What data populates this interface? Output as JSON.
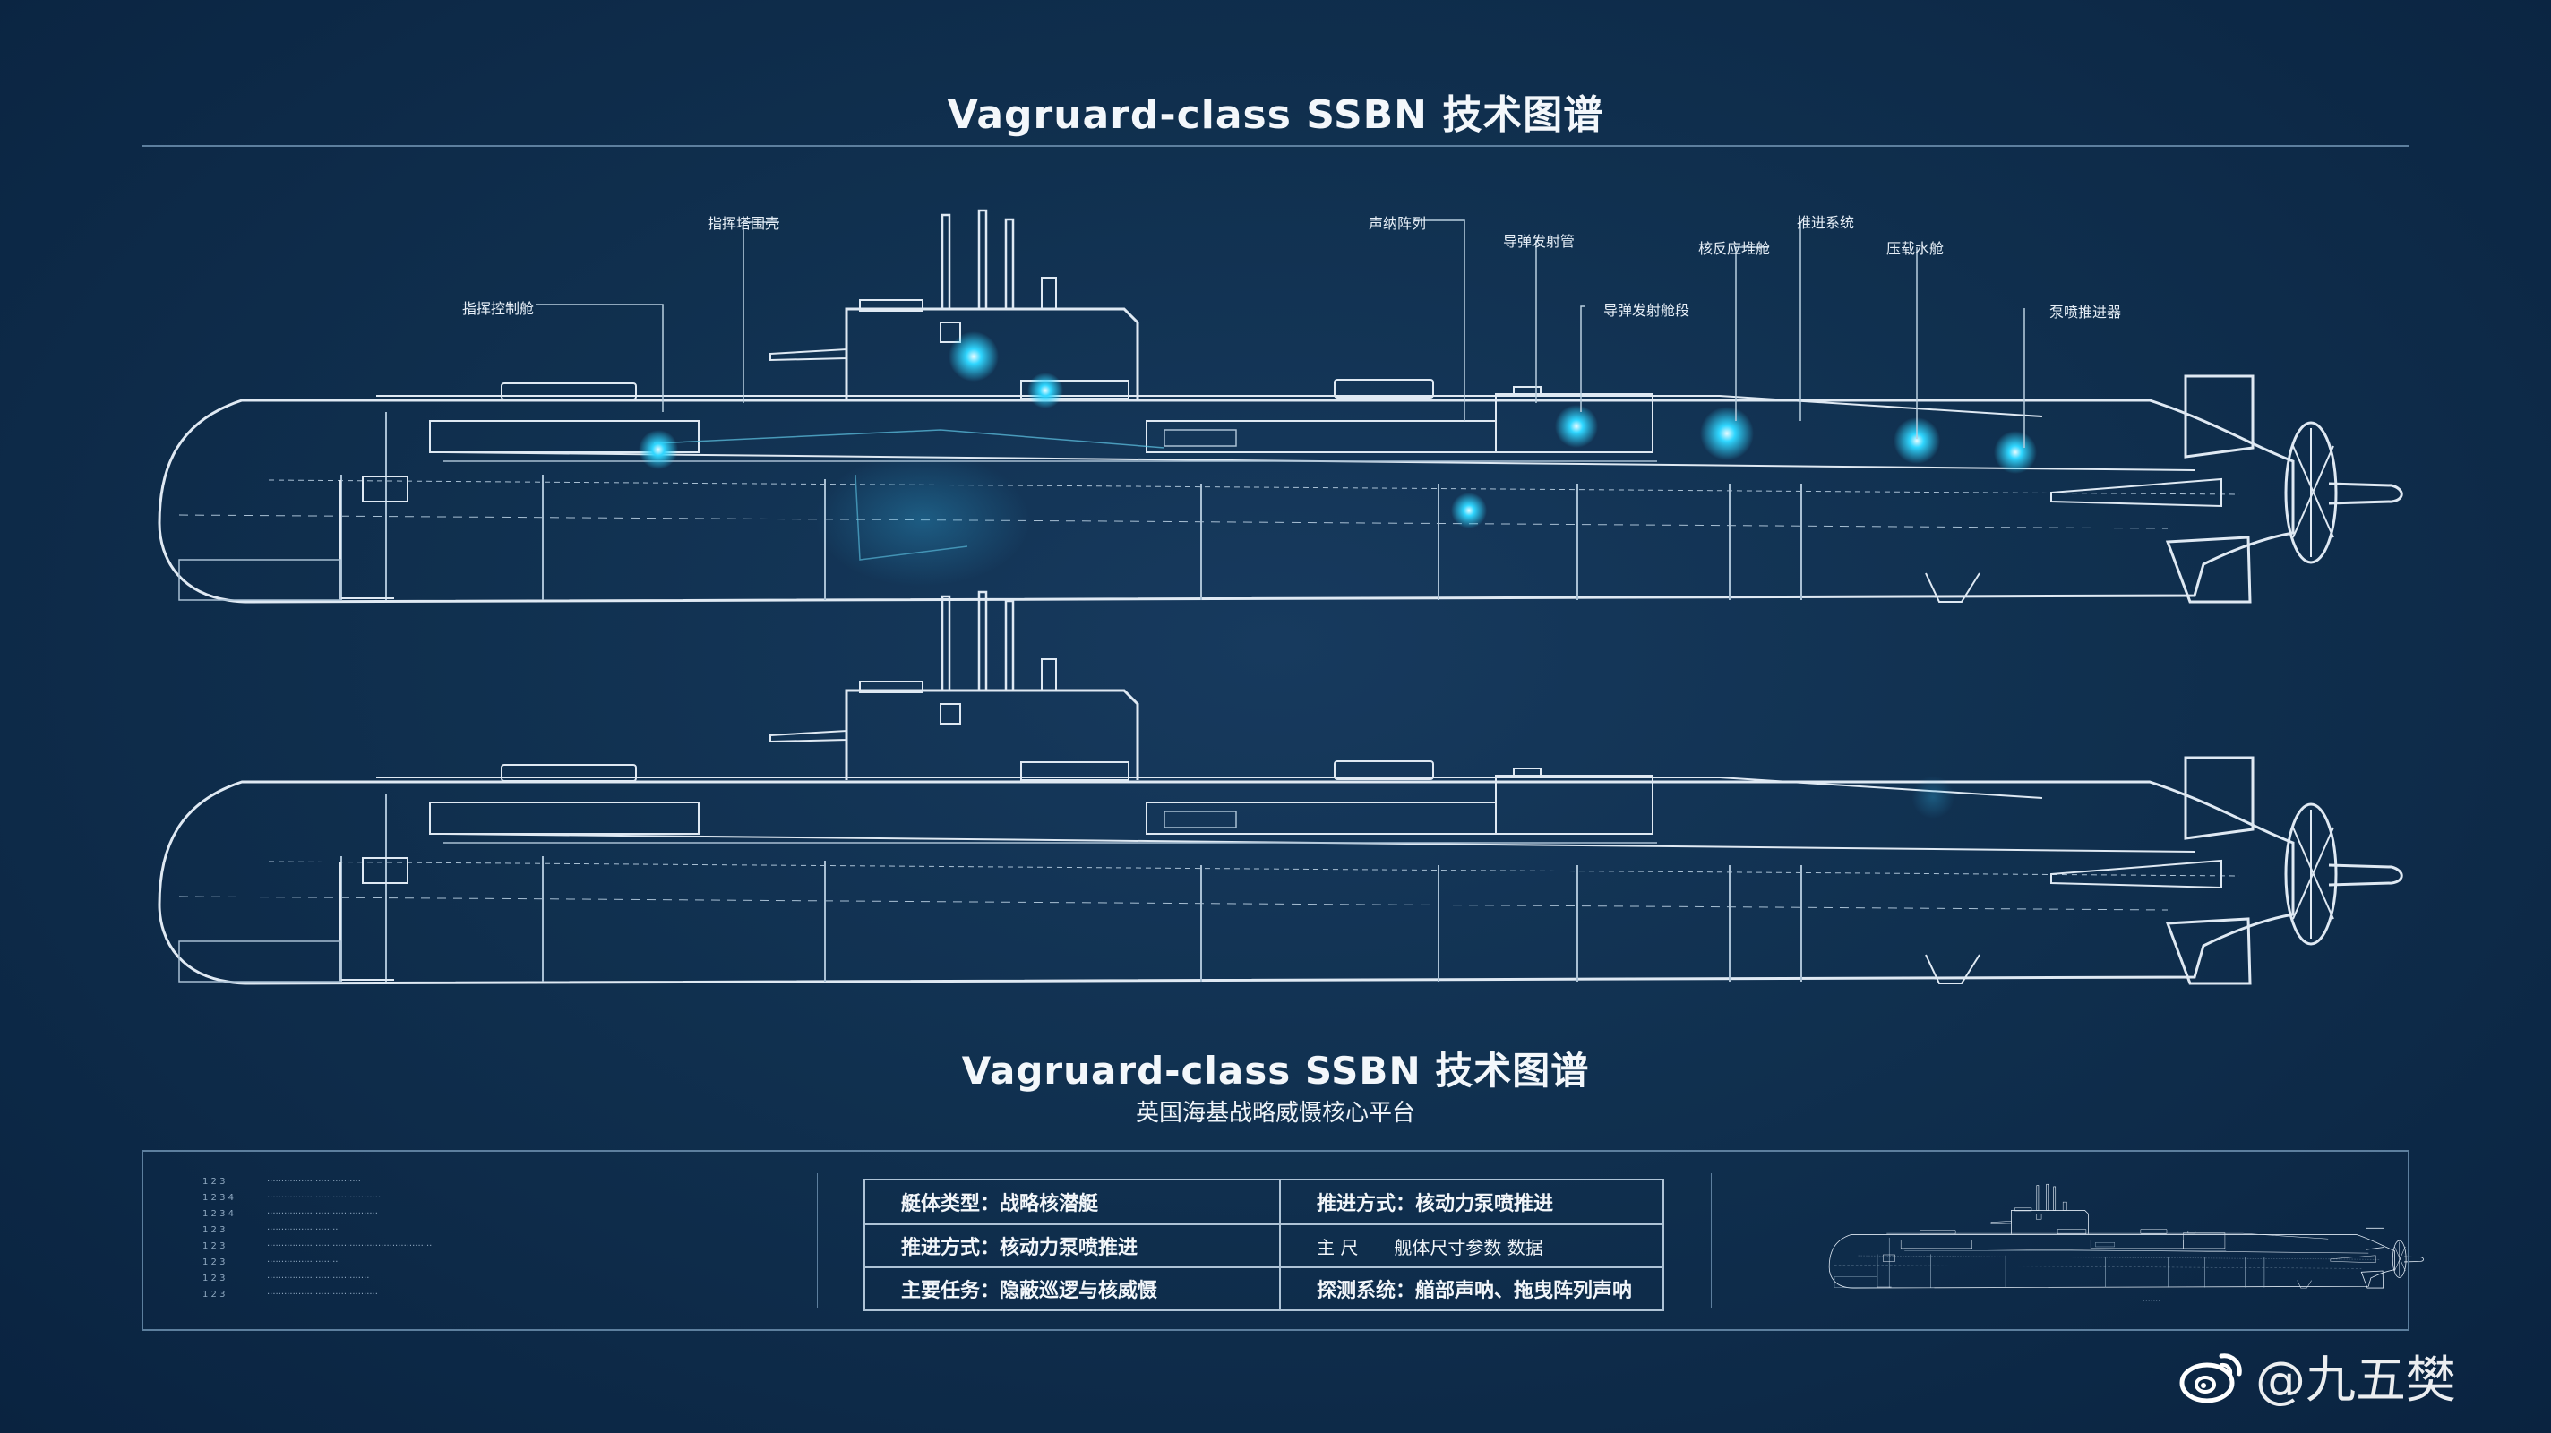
{
  "title": "Vagruard-class SSBN 技术图谱",
  "subtitle": "英国海基战略威慑核心平台",
  "callouts": [
    {
      "id": "c1",
      "text": "指挥塔围壳"
    },
    {
      "id": "c2",
      "text": "指挥控制舱"
    },
    {
      "id": "c3",
      "text": "声纳阵列"
    },
    {
      "id": "c4",
      "text": "导弹发射管"
    },
    {
      "id": "c5",
      "text": "导弹发射舱段"
    },
    {
      "id": "c6",
      "text": "核反应堆舱"
    },
    {
      "id": "c7",
      "text": "推进系统"
    },
    {
      "id": "c8",
      "text": "压载水舱"
    },
    {
      "id": "c9",
      "text": "泵喷推进器"
    }
  ],
  "notes": [
    {
      "k": "1 2 3",
      "v": "·································"
    },
    {
      "k": "1 2 3 4",
      "v": "········································"
    },
    {
      "k": "1 2 3 4",
      "v": "·······································"
    },
    {
      "k": "1 2 3",
      "v": "·························"
    },
    {
      "k": "1 2 3",
      "v": "··························································"
    },
    {
      "k": "1 2 3",
      "v": "·························"
    },
    {
      "k": "1 2 3",
      "v": "····································"
    },
    {
      "k": "1 2 3",
      "v": "·······································"
    }
  ],
  "specs": [
    {
      "label": "艇体类型：",
      "value": "战略核潜艇"
    },
    {
      "label": "推进方式：",
      "value": "核动力泵喷推进"
    },
    {
      "label": "推进方式：",
      "value": "核动力泵喷推进"
    },
    {
      "label": "主      尺",
      "value": "舰体尺寸参数    数据"
    },
    {
      "label": "主要任务：",
      "value": "隐蔽巡逻与核威慑"
    },
    {
      "label": "探测系统：",
      "value": "艏部声呐、拖曳阵列声呐"
    }
  ],
  "mini_caption": "·······",
  "watermark": {
    "text": "@九五樊"
  },
  "colors": {
    "line": "#dfe9f3",
    "glow": "#2fd6ff",
    "background": "#10304f",
    "panel_border": "#5d7f9e"
  }
}
